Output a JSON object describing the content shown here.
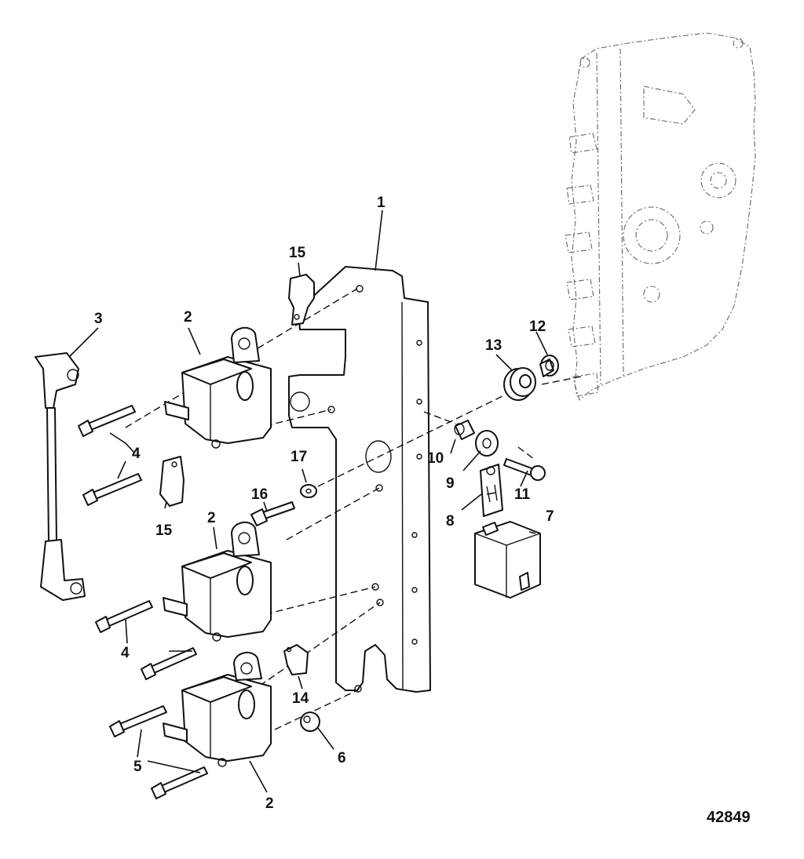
{
  "figure": {
    "number": "42849",
    "callouts": [
      "1",
      "2",
      "2",
      "2",
      "3",
      "4",
      "4",
      "5",
      "6",
      "7",
      "8",
      "9",
      "10",
      "11",
      "12",
      "13",
      "14",
      "15",
      "15",
      "16",
      "17"
    ]
  }
}
